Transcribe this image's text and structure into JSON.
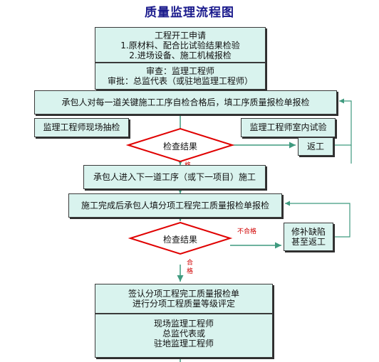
{
  "title": "质量监理流程图",
  "box1": {
    "lines": [
      "工程开工申请",
      "1.原材料、配合比试验结果检验",
      "2.进场设备、施工机械报检"
    ]
  },
  "box2": {
    "lines": [
      "审查：监理工程师",
      "审批：总监代表（或驻地监理工程师）"
    ]
  },
  "box3": {
    "text": "承包人对每一道关键施工工序自检合格后，填工序质量报检单报检"
  },
  "box_site": {
    "text": "监理工程师现场抽检"
  },
  "box_lab": {
    "text": "监理工程师室内试验"
  },
  "decision1": {
    "text": "检查结果"
  },
  "rework1": {
    "text": "返工"
  },
  "pass1": {
    "text": "格"
  },
  "box_next": {
    "text": "承包人进入下一道工序（或下一项目）施工"
  },
  "box_report": {
    "text": "施工完成后承包人填分项工程完工质量报检单报检"
  },
  "decision2": {
    "text": "检查结果"
  },
  "fail2": {
    "text": "不合格"
  },
  "repair": {
    "lines": [
      "修补缺陷",
      "甚至返工"
    ]
  },
  "pass2": {
    "text": "合格"
  },
  "box_confirm": {
    "lines": [
      "签认分项工程完工质量报检单",
      "进行分项工程质量等级评定"
    ]
  },
  "box_sign": {
    "lines": [
      "现场监理工程师",
      "总监代表或",
      "驻地监理工程师"
    ]
  },
  "colors": {
    "box_fill": "#d9f3ee",
    "arrow": "#3f9a7f",
    "diamond_stroke": "#e00000",
    "title": "#1a1a8c"
  }
}
